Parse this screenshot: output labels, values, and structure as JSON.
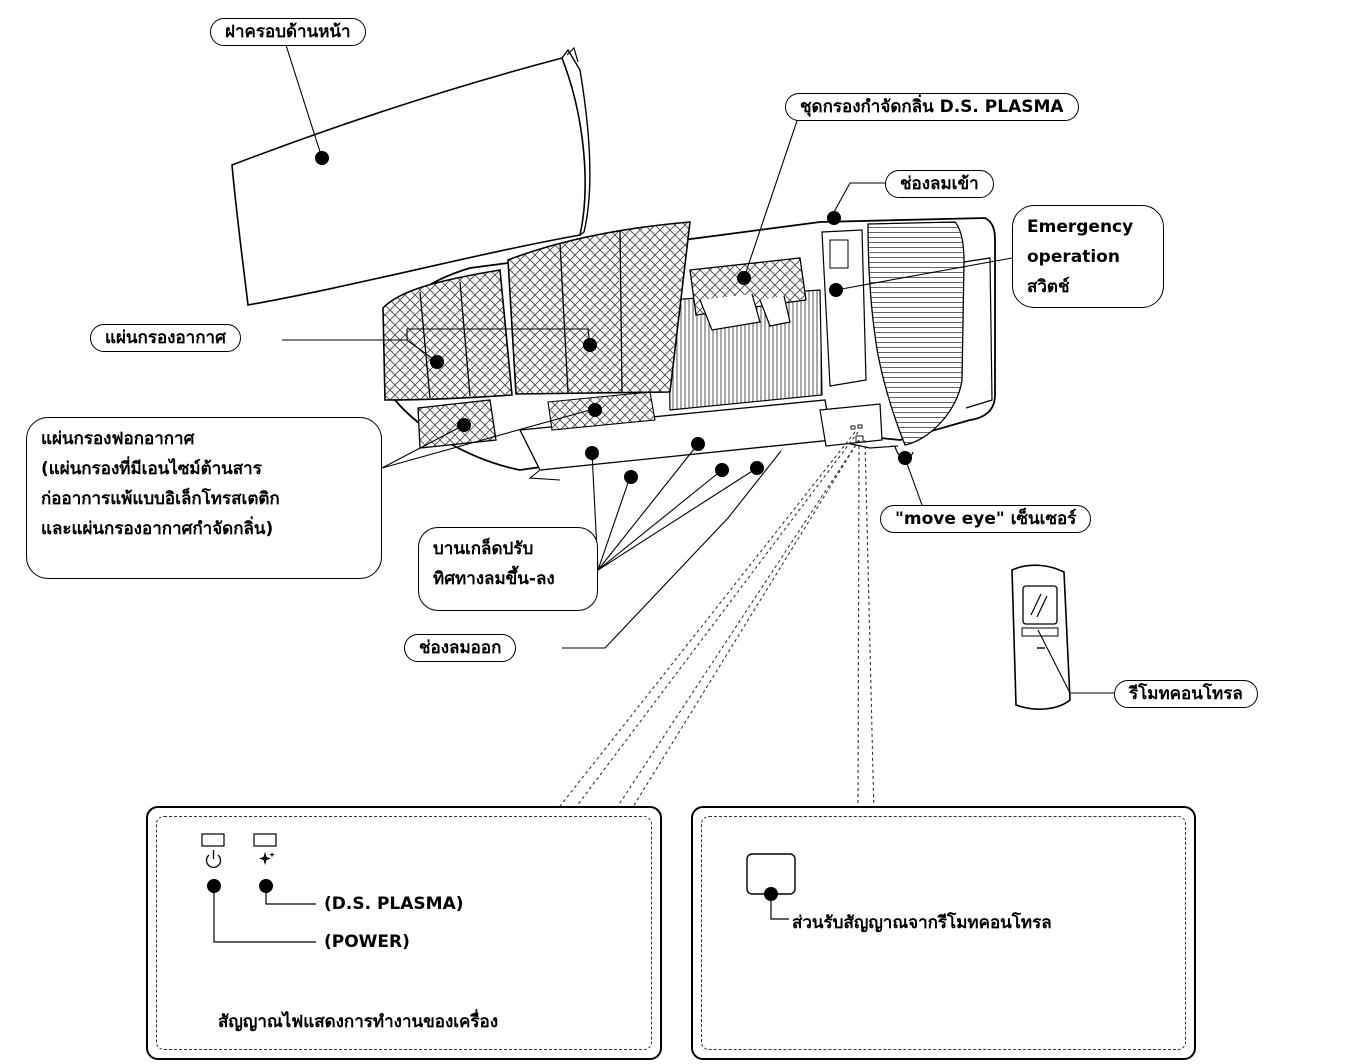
{
  "labels": {
    "front_cover": "ฝาครอบด้านหน้า",
    "ds_plasma_unit": "ชุดกรองกำจัดกลิ่น D.S. PLASMA",
    "air_inlet": "ช่องลมเข้า",
    "emergency_switch": [
      "Emergency",
      "operation",
      "สวิตช์"
    ],
    "air_filter": "แผ่นกรองอากาศ",
    "purifying_filter": [
      "แผ่นกรองฟอกอากาศ",
      "(แผ่นกรองที่มีเอนไซม์ต้านสาร",
      "ก่ออาการแพ้แบบอิเล็กโทรสเตติก",
      "และแผ่นกรองอากาศกำจัดกลิ่น)"
    ],
    "flap": [
      "บานเกล็ดปรับ",
      "ทิศทางลมขึ้น-ลง"
    ],
    "air_outlet": "ช่องลมออก",
    "move_eye_sensor": "\"move eye\" เซ็นเซอร์",
    "remote_control": "รีโมทคอนโทรล"
  },
  "indicator_panel": {
    "ds_plasma": "(D.S. PLASMA)",
    "power": "(POWER)",
    "caption": "สัญญาณไฟแสดงการทำงานของเครื่อง"
  },
  "receiver_panel": {
    "receiver": "ส่วนรับสัญญาณจากรีโมทคอนโทรล"
  },
  "icons": [
    "power-icon",
    "plasma-sparkle-icon"
  ]
}
